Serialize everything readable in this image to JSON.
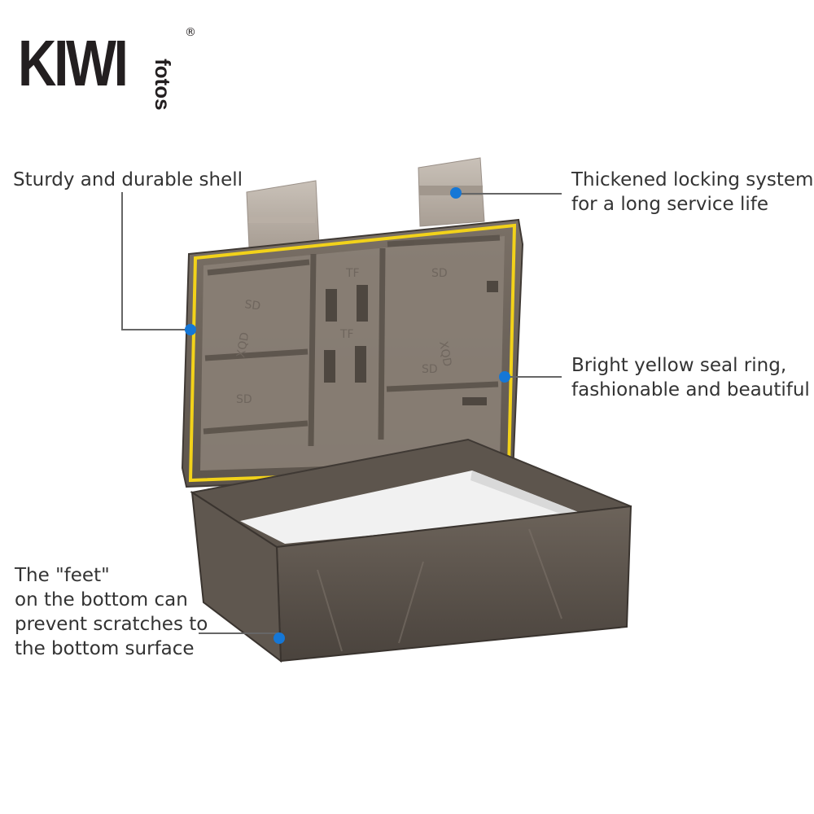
{
  "brand": {
    "name": "KIWI",
    "sub": "fotos",
    "registered": "®"
  },
  "callouts": {
    "shell": "Sturdy and durable shell",
    "locking_line1": "Thickened locking system",
    "locking_line2": "for a long service life",
    "seal_line1": "Bright yellow seal ring,",
    "seal_line2": "fashionable and beautiful",
    "feet_line1": "The \"feet\"",
    "feet_line2": "on the bottom can",
    "feet_line3": "prevent scratches to",
    "feet_line4": "the bottom surface"
  },
  "tray_labels": {
    "sd": "SD",
    "tf": "TF",
    "xqd": "XQD"
  },
  "colors": {
    "shell": "#6e655c",
    "shell_dark": "#4f4841",
    "seal_ring": "#f2d21a",
    "marker": "#1577d6",
    "leader_line": "#666666"
  }
}
